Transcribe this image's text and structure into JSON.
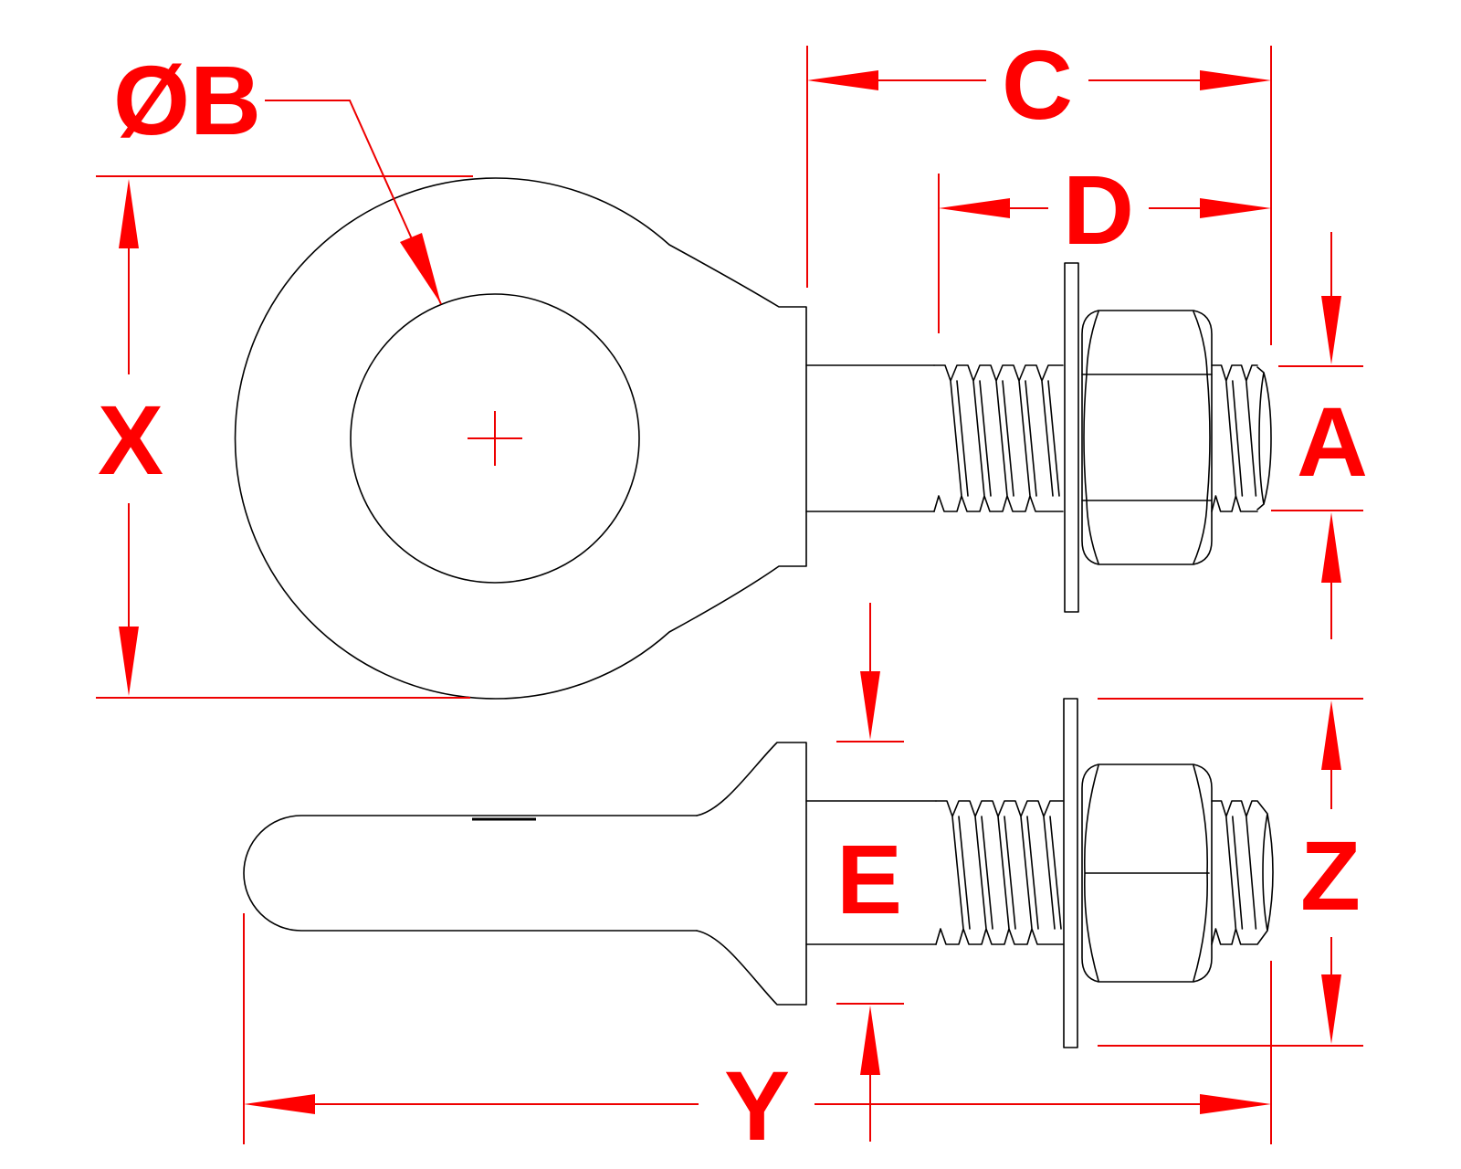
{
  "drawing": {
    "type": "technical-dimension-drawing",
    "subject": "shoulder eye bolt with hex nut and washer, two orthographic views",
    "labels": {
      "phi_b": "ØB",
      "x": "X",
      "c": "C",
      "d": "D",
      "a": "A",
      "e": "E",
      "z": "Z",
      "y": "Y"
    },
    "colors": {
      "dimension": "#ff0000",
      "geometry": "#000000",
      "background": "#ffffff"
    }
  }
}
